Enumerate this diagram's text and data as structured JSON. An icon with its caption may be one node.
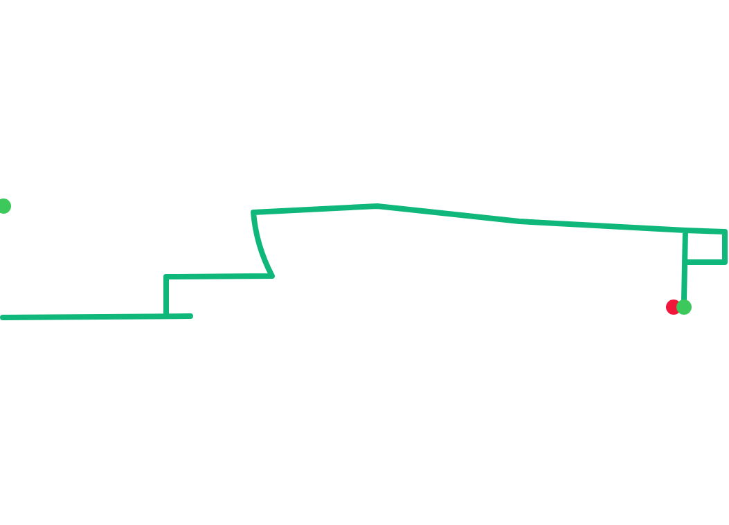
{
  "diagram": {
    "nodes": [
      {
        "text": [],
        "shape": "circle"
      },
      {
        "text": [],
        "shape": "circle"
      },
      {
        "text": [],
        "shape": "circle"
      }
    ],
    "edges": [
      {
        "from": null,
        "to": 2,
        "arrow": "none"
      }
    ]
  }
}
